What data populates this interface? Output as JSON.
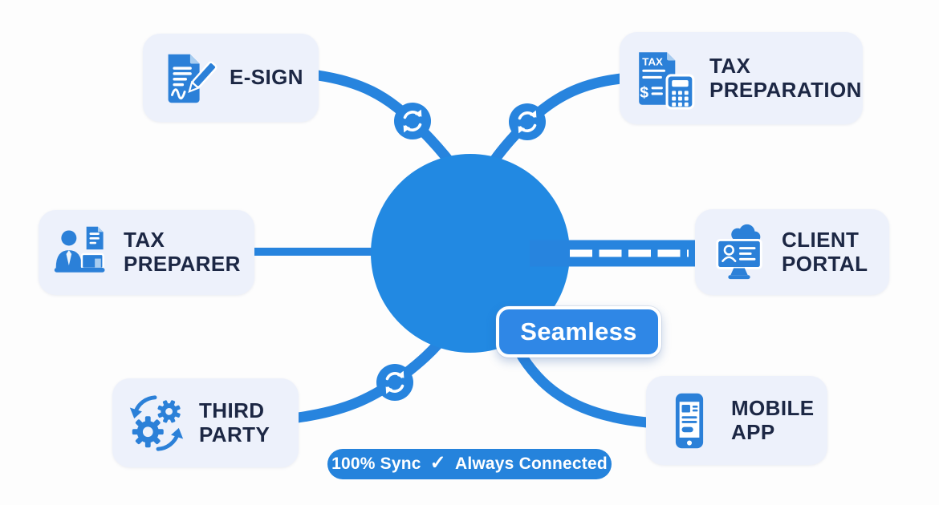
{
  "page": {
    "background": "#fdfdfd"
  },
  "colors": {
    "accent_blue": "#2784de",
    "hub_blue": "#2289e2",
    "icon_blue": "#2b80d8",
    "card_bg": "#edf1fb",
    "label_text": "#1c2744",
    "badge_blue": "#2f87e6",
    "banner_blue": "#2583dc",
    "white": "#ffffff"
  },
  "nodes": [
    {
      "id": "e-sign",
      "lines": [
        "E-SIGN"
      ],
      "icon": "esign-document-pen-icon"
    },
    {
      "id": "tax-preparation",
      "lines": [
        "TAX",
        "PREPARATION"
      ],
      "icon": "tax-document-calculator-icon",
      "icon_text": {
        "header": "TAX",
        "currency": "$"
      }
    },
    {
      "id": "tax-preparer",
      "lines": [
        "TAX",
        "PREPARER"
      ],
      "icon": "tax-preparer-person-desk-icon"
    },
    {
      "id": "client-portal",
      "lines": [
        "CLIENT",
        "PORTAL"
      ],
      "icon": "monitor-cloud-user-icon"
    },
    {
      "id": "third-party",
      "lines": [
        "THIRD",
        "PARTY"
      ],
      "icon": "gears-exchange-arrows-icon"
    },
    {
      "id": "mobile-app",
      "lines": [
        "MOBILE",
        "APP"
      ],
      "icon": "smartphone-icon"
    }
  ],
  "badges": {
    "seamless_label": "Seamless"
  },
  "banner": {
    "sync_text": "100% Sync",
    "check_glyph": "✓",
    "connected_text": "Always Connected"
  }
}
